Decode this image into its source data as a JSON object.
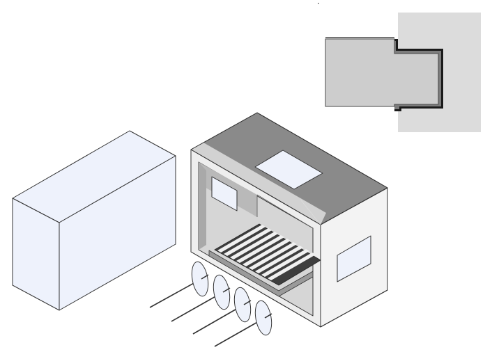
{
  "diagram": {
    "components": [
      "solid-block",
      "open-frame-box",
      "top-panel-window",
      "side-panel-window",
      "interior-grate",
      "pin-discs",
      "joint-detail-inset"
    ],
    "pin_count": 4,
    "colors": {
      "block_face": "#eef2fc",
      "shell_top": "#8a8a8a",
      "shell_light": "#eeeeee",
      "shell_side": "#f3f3f3",
      "interior": "#d6d6d6",
      "inner_shadow": "#a9a9a9",
      "window_fill": "#eef2fb",
      "outline": "#333333",
      "inset_background": "#dcdcdc",
      "inset_block": "#cdcdcd",
      "inset_seam": "#1a1a1a"
    }
  }
}
